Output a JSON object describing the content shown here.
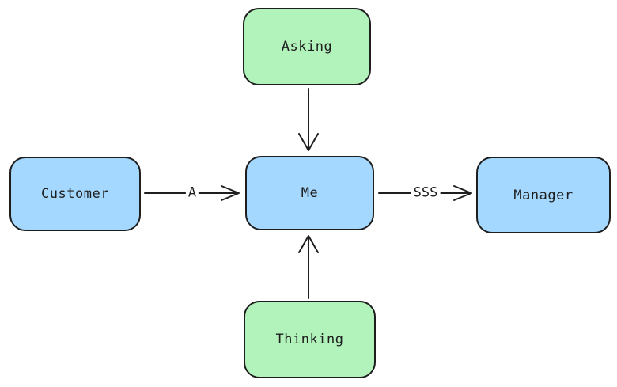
{
  "diagram": {
    "type": "flowchart",
    "background": "#ffffff",
    "stroke_color": "#1e1e1e",
    "nodes": [
      {
        "id": "asking",
        "label": "Asking",
        "fill": "#b2f2bb",
        "shape": "rounded-rectangle",
        "position": "top-center"
      },
      {
        "id": "customer",
        "label": "Customer",
        "fill": "#a5d8ff",
        "shape": "rounded-rectangle",
        "position": "middle-left"
      },
      {
        "id": "me",
        "label": "Me",
        "fill": "#a5d8ff",
        "shape": "rounded-rectangle",
        "position": "center"
      },
      {
        "id": "manager",
        "label": "Manager",
        "fill": "#a5d8ff",
        "shape": "rounded-rectangle",
        "position": "middle-right"
      },
      {
        "id": "thinking",
        "label": "Thinking",
        "fill": "#b2f2bb",
        "shape": "rounded-rectangle",
        "position": "bottom-center"
      }
    ],
    "edges": [
      {
        "from": "asking",
        "to": "me",
        "label": "",
        "direction": "down"
      },
      {
        "from": "customer",
        "to": "me",
        "label": "A",
        "direction": "right"
      },
      {
        "from": "me",
        "to": "manager",
        "label": "SSS",
        "direction": "right"
      },
      {
        "from": "thinking",
        "to": "me",
        "label": "",
        "direction": "up"
      }
    ]
  }
}
